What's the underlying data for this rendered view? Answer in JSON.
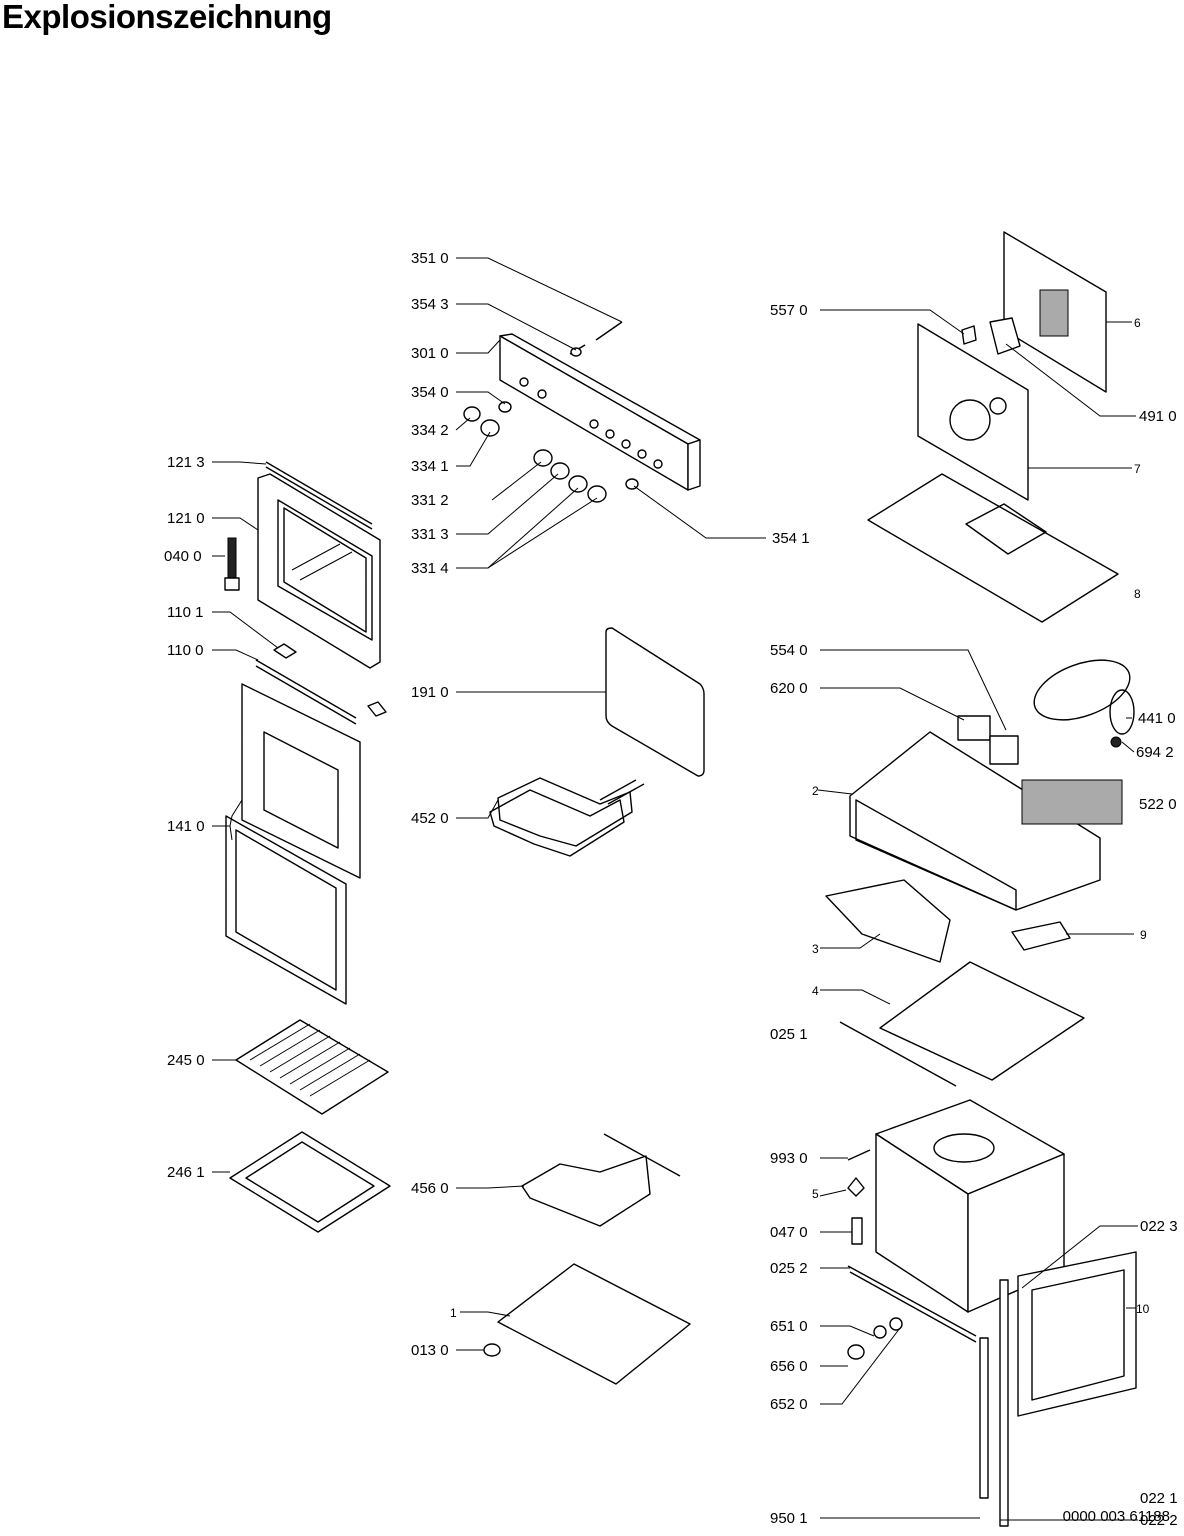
{
  "title": "Explosionszeichnung",
  "drawing_number": "0000 003 61188",
  "labels": [
    {
      "id": "l-3510",
      "text": "351 0"
    },
    {
      "id": "l-3543",
      "text": "354 3"
    },
    {
      "id": "l-3010",
      "text": "301 0"
    },
    {
      "id": "l-3540",
      "text": "354 0"
    },
    {
      "id": "l-3342",
      "text": "334 2"
    },
    {
      "id": "l-3341",
      "text": "334 1"
    },
    {
      "id": "l-3312",
      "text": "331 2"
    },
    {
      "id": "l-3313",
      "text": "331 3"
    },
    {
      "id": "l-3314",
      "text": "331 4"
    },
    {
      "id": "l-3541",
      "text": "354 1"
    },
    {
      "id": "l-1213",
      "text": "121 3"
    },
    {
      "id": "l-1210",
      "text": "121 0"
    },
    {
      "id": "l-0400",
      "text": "040 0"
    },
    {
      "id": "l-1101",
      "text": "110 1"
    },
    {
      "id": "l-1100",
      "text": "110 0"
    },
    {
      "id": "l-1410",
      "text": "141 0"
    },
    {
      "id": "l-1910",
      "text": "191 0"
    },
    {
      "id": "l-4520",
      "text": "452 0"
    },
    {
      "id": "l-2450",
      "text": "245 0"
    },
    {
      "id": "l-2461",
      "text": "246 1"
    },
    {
      "id": "l-4560",
      "text": "456 0"
    },
    {
      "id": "l-1",
      "text": "1"
    },
    {
      "id": "l-0130",
      "text": "013 0"
    },
    {
      "id": "l-5570",
      "text": "557 0"
    },
    {
      "id": "l-6",
      "text": "6"
    },
    {
      "id": "l-4910",
      "text": "491 0"
    },
    {
      "id": "l-7",
      "text": "7"
    },
    {
      "id": "l-8",
      "text": "8"
    },
    {
      "id": "l-5540",
      "text": "554 0"
    },
    {
      "id": "l-6200",
      "text": "620 0"
    },
    {
      "id": "l-4410",
      "text": "441 0"
    },
    {
      "id": "l-6942",
      "text": "694 2"
    },
    {
      "id": "l-2",
      "text": "2"
    },
    {
      "id": "l-5220",
      "text": "522 0"
    },
    {
      "id": "l-9",
      "text": "9"
    },
    {
      "id": "l-3",
      "text": "3"
    },
    {
      "id": "l-4",
      "text": "4"
    },
    {
      "id": "l-0251",
      "text": "025 1"
    },
    {
      "id": "l-9930",
      "text": "993 0"
    },
    {
      "id": "l-5",
      "text": "5"
    },
    {
      "id": "l-0470",
      "text": "047 0"
    },
    {
      "id": "l-0223",
      "text": "022 3"
    },
    {
      "id": "l-0252",
      "text": "025 2"
    },
    {
      "id": "l-10",
      "text": "10"
    },
    {
      "id": "l-6510",
      "text": "651 0"
    },
    {
      "id": "l-6560",
      "text": "656 0"
    },
    {
      "id": "l-6520",
      "text": "652 0"
    },
    {
      "id": "l-9501",
      "text": "950 1"
    },
    {
      "id": "l-0221",
      "text": "022 1"
    },
    {
      "id": "l-0222",
      "text": "022 2"
    }
  ]
}
